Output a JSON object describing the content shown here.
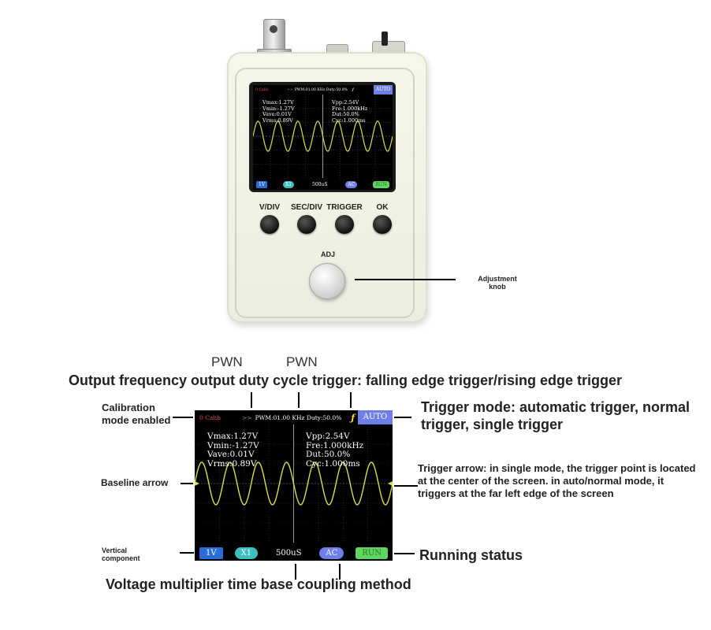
{
  "device": {
    "screen": {
      "header_left": "0 Calib",
      "header_mid": "PWM:01.00 KHz Duty:50.0%",
      "edge_icon": "falling-rising-edge-icon",
      "trigger_mode": "AUTO",
      "measurements_left": "Vmax:1.27V\nVmin:-1.27V\nVave:0.01V\nVrms:0.89V",
      "measurements_right": "Vpp:2.54V\nFre:1.000kHz\nDut:50.0%\nCyc:1.000ms",
      "footer": {
        "vdiv": "1V",
        "probe": "X1",
        "timebase": "500uS",
        "coupling": "AC",
        "status": "RUN"
      }
    },
    "buttons": [
      "V/DIV",
      "SEC/DIV",
      "TRIGGER",
      "OK"
    ],
    "adj_label": "ADJ"
  },
  "annotations": {
    "adjustment_knob": "Adjustment knob",
    "pwn_1": "PWN",
    "pwn_2": "PWN",
    "top_caption": "Output frequency output duty cycle trigger: falling edge trigger/rising edge trigger",
    "calibration": "Calibration mode enabled",
    "trigger_mode": "Trigger mode: automatic trigger, normal trigger, single trigger",
    "baseline_arrow": "Baseline arrow",
    "trigger_arrow": "Trigger arrow: in single mode, the trigger point is located at the center of the screen. in auto/normal mode, it triggers at the far left edge of the screen",
    "vertical_component": "Vertical component",
    "running_status": "Running status",
    "bottom_caption": "Voltage multiplier time base coupling method"
  },
  "colors": {
    "waveform": "#d8e04a",
    "auto_badge": "#6f7fe8",
    "vdiv_badge": "#2b6cd6",
    "probe_badge": "#3dbfbf",
    "run_badge": "#5fd65f",
    "case": "#f0f0e2"
  }
}
